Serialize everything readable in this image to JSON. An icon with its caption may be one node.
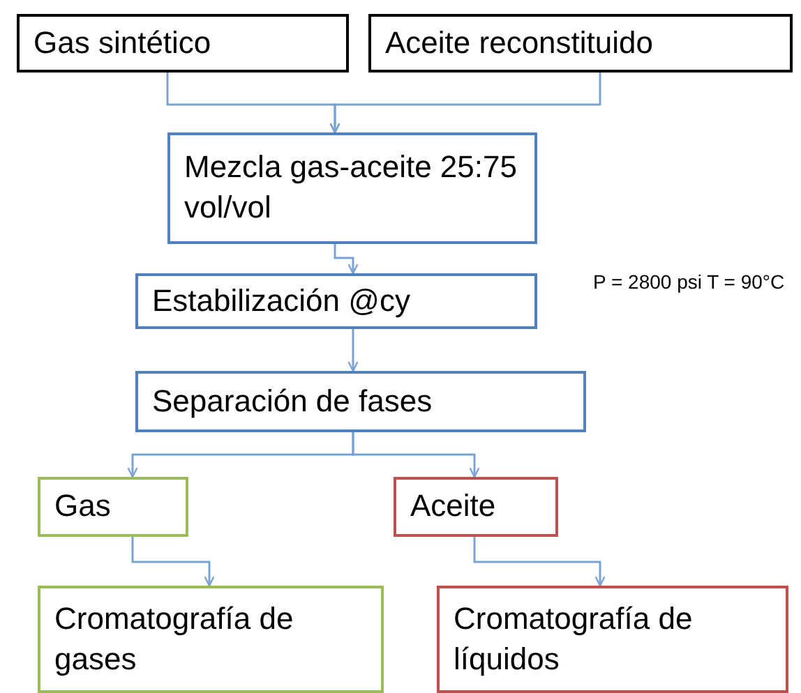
{
  "diagram": {
    "nodes": [
      {
        "text": [
          "Gas sintético"
        ]
      },
      {
        "text": [
          "Aceite reconstituido"
        ]
      },
      {
        "text": [
          "Mezcla gas-aceite 25:75 vol/vol"
        ]
      },
      {
        "text": [
          "Estabilización @cy"
        ],
        "beside": [
          "P = 2800 psi T = 90°C"
        ]
      },
      {
        "text": [
          "Separación de fases"
        ]
      },
      {
        "text": [
          "Gas"
        ]
      },
      {
        "text": [
          "Aceite"
        ]
      },
      {
        "text": [
          "Cromatografía de gases"
        ]
      },
      {
        "text": [
          "Cromatografía de líquidos"
        ]
      }
    ],
    "edges": [
      {
        "from": 0,
        "to": 2,
        "arrow": "to"
      },
      {
        "from": 1,
        "to": 2,
        "arrow": "to"
      },
      {
        "from": 2,
        "to": 3,
        "arrow": "to"
      },
      {
        "from": 3,
        "to": 4,
        "arrow": "to"
      },
      {
        "from": 4,
        "to": 5,
        "arrow": "to"
      },
      {
        "from": 4,
        "to": 6,
        "arrow": "to"
      },
      {
        "from": 5,
        "to": 7,
        "arrow": "to"
      },
      {
        "from": 6,
        "to": 8,
        "arrow": "to"
      }
    ]
  }
}
